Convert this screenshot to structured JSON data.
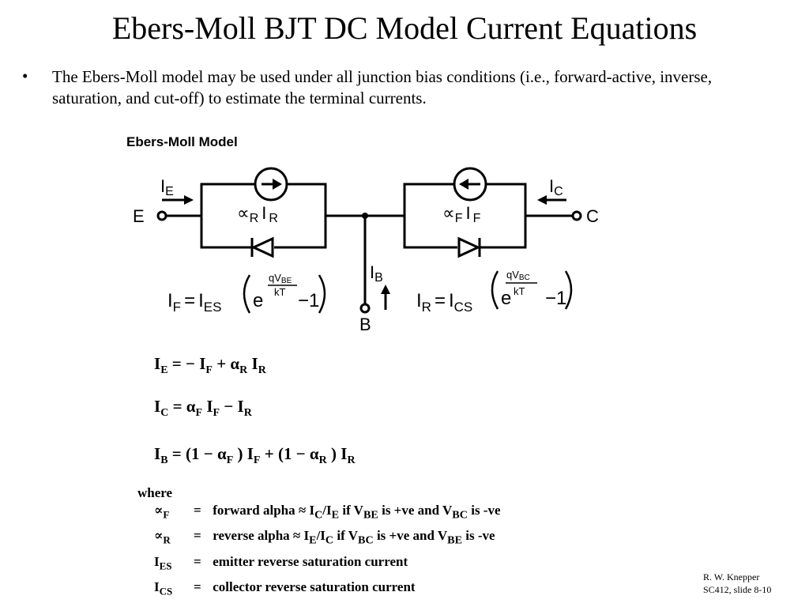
{
  "slide": {
    "title": "Ebers-Moll BJT DC Model Current Equations",
    "bullet": "•",
    "bullet_text": "The Ebers-Moll model may be used under all junction bias conditions (i.e., forward-active, inverse, saturation, and cut-off) to estimate the terminal currents."
  },
  "figure": {
    "caption": "Ebers-Moll Model",
    "I": "I",
    "sub_E": "E",
    "sub_C": "C",
    "sub_B": "B",
    "sub_F": "F",
    "sub_R": "R",
    "sub_ES": "ES",
    "sub_CS": "CS",
    "sub_BE": "BE",
    "sub_BC": "BC",
    "node_E": "E",
    "node_C": "C",
    "node_B": "B",
    "alpha": "∝",
    "eq_equals": "=",
    "eq_e": "e",
    "eq_qV": "qV",
    "eq_kT": "kT",
    "eq_minus_one": "−1"
  },
  "equations": [
    {
      "lhs": "I",
      "lhs_sub": "E",
      "rhs": "= − I",
      "rhs_sub1": "F",
      "mid": " + α",
      "mid_sub": "R",
      "tail": " I",
      "tail_sub": "R"
    },
    {
      "lhs": "I",
      "lhs_sub": "C",
      "rhs": "= α",
      "rhs_sub1": "F",
      "mid": " I",
      "mid_sub": "F",
      "tail": " − I",
      "tail_sub": "R"
    },
    {
      "lhs": "I",
      "lhs_sub": "B",
      "rhs": "= (1 − α",
      "rhs_sub1": "F",
      "mid": ") I",
      "mid_sub": "F",
      "tail": " + (1 − α",
      "tail_sub": "R",
      "tail2": ") I",
      "tail2_sub": "R"
    }
  ],
  "definitions": {
    "where": "where",
    "rows": [
      {
        "sym": "∝",
        "sym_sub": "F",
        "eq": "=",
        "text": "forward alpha  ≈  I",
        "t1": "C",
        "t2": "/I",
        "t3": "E",
        "t4": "  if V",
        "t5": "BE",
        "t6": " is +ve and V",
        "t7": "BC",
        "t8": " is -ve"
      },
      {
        "sym": "∝",
        "sym_sub": "R",
        "eq": "=",
        "text": "reverse alpha  ≈  I",
        "t1": "E",
        "t2": "/I",
        "t3": "C",
        "t4": "  if V",
        "t5": "BC",
        "t6": " is +ve and V",
        "t7": "BE",
        "t8": " is -ve"
      },
      {
        "sym": "I",
        "sym_sub": "ES",
        "eq": "=",
        "text": "emitter reverse saturation current"
      },
      {
        "sym": "I",
        "sym_sub": "CS",
        "eq": "=",
        "text": "collector reverse saturation current"
      }
    ]
  },
  "footer": {
    "author": "R. W. Knepper",
    "slide": "SC412, slide 8-10"
  }
}
